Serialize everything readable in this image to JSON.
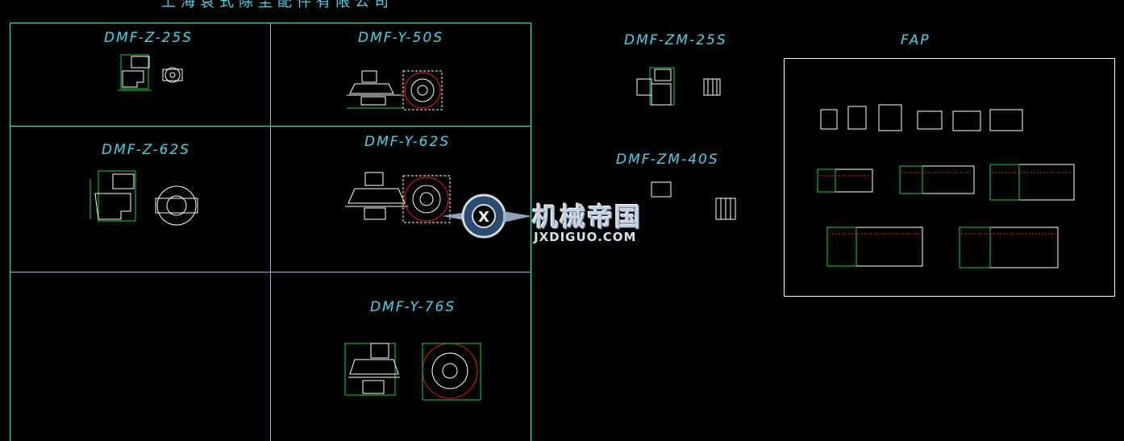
{
  "drawing": {
    "company_title": "上海袁式除尘配件有限公司",
    "labels": {
      "z25": "DMF-Z-25S",
      "y50": "DMF-Y-50S",
      "z62": "DMF-Z-62S",
      "y62": "DMF-Y-62S",
      "y76": "DMF-Y-76S",
      "zm25": "DMF-ZM-25S",
      "zm40": "DMF-ZM-40S",
      "fap": "FAP"
    }
  },
  "watermark": {
    "cn": "机械帝国",
    "en": "JXDIGUO.COM"
  },
  "colors": {
    "background": "#000000",
    "frame": "#4fd1e6",
    "part": "#ffffff",
    "dimension": "#22cc44",
    "flange": "#e02020"
  }
}
